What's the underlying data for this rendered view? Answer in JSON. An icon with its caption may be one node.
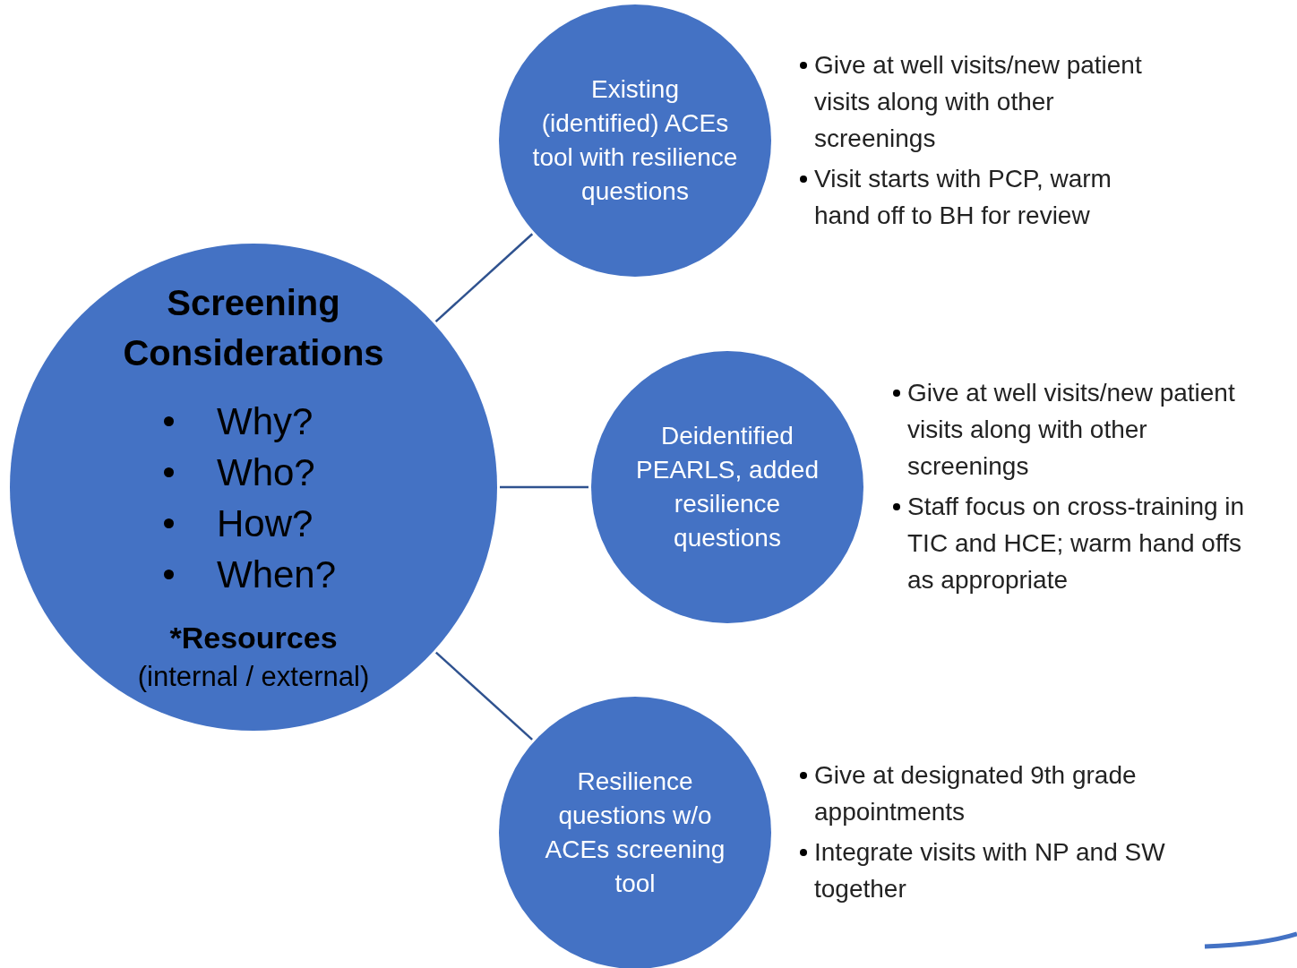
{
  "diagram": {
    "nodes": [
      {
        "text": [
          "Screening Considerations",
          "Why?",
          "Who?",
          "How?",
          "When?",
          "*Resources",
          "(internal / external)"
        ]
      },
      {
        "text": [
          "Existing (identified) ACEs tool with resilience questions"
        ],
        "beside": [
          "Give at well visits/new patient visits along with other screenings",
          "Visit starts with PCP, warm hand off to BH for review"
        ]
      },
      {
        "text": [
          "Deidentified PEARLS, added resilience questions"
        ],
        "beside": [
          "Give at well visits/new patient visits along with other screenings",
          "Staff focus on cross-training in TIC and HCE; warm hand offs as appropriate"
        ]
      },
      {
        "text": [
          "Resilience questions w/o ACEs screening tool"
        ],
        "beside": [
          "Give at designated 9th grade appointments",
          "Integrate visits with NP and SW together"
        ]
      }
    ],
    "edges": [
      {
        "from": 0,
        "to": 1,
        "arrow": "none"
      },
      {
        "from": 0,
        "to": 2,
        "arrow": "none"
      },
      {
        "from": 0,
        "to": 3,
        "arrow": "none"
      }
    ]
  }
}
